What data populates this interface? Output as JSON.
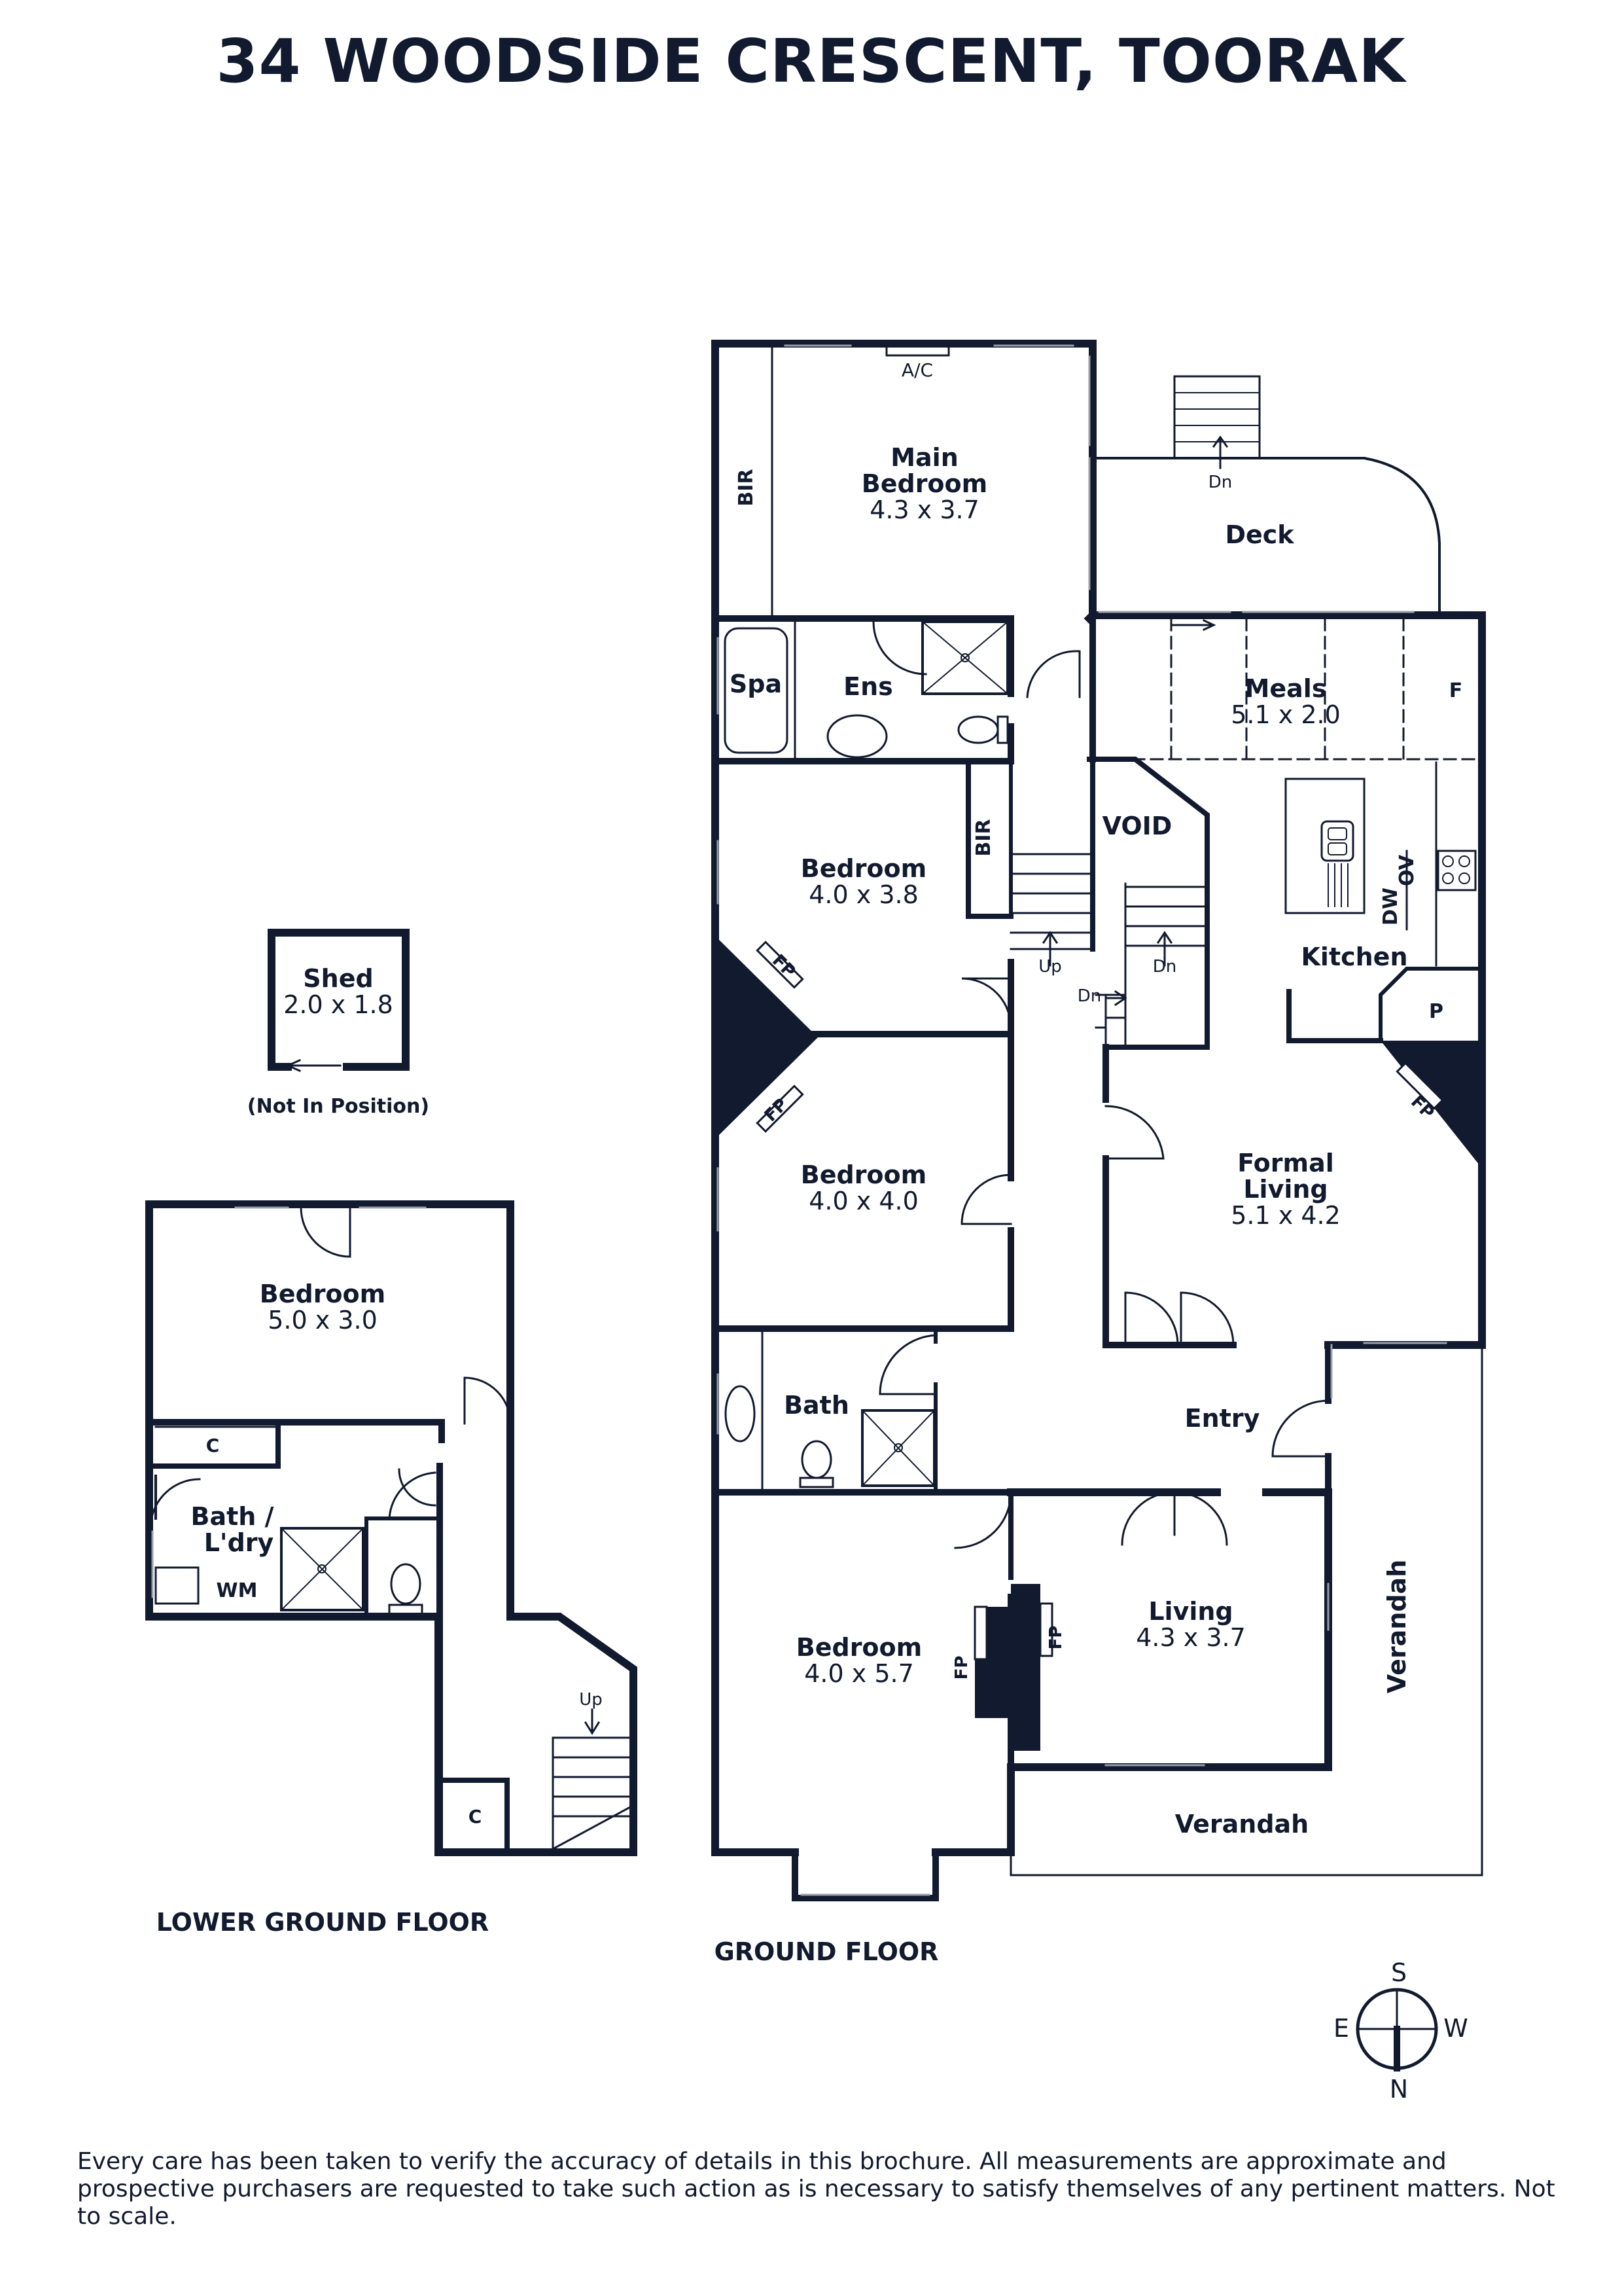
{
  "title": "34 WOODSIDE CRESCENT, TOORAK",
  "disclaimer": "Every care has been taken to verify the accuracy of details in this brochure. All measurements are approximate and prospective purchasers are requested to take such action as is necessary to satisfy themselves of any pertinent matters. Not to scale.",
  "floors": {
    "lower": "LOWER GROUND FLOOR",
    "ground": "GROUND FLOOR"
  },
  "shed": {
    "name": "Shed",
    "size": "2.0 x 1.8",
    "note": "(Not In Position)"
  },
  "lower_rooms": {
    "bedroom": {
      "name": "Bedroom",
      "size": "5.0 x 3.0"
    },
    "bath_line1": "Bath /",
    "bath_line2": "L'dry",
    "wm": "WM",
    "cupboard": "C",
    "cupboard2": "C",
    "up": "Up"
  },
  "ground_rooms": {
    "main_bedroom_line1": "Main",
    "main_bedroom_line2": "Bedroom",
    "main_bedroom_size": "4.3 x 3.7",
    "ac": "A/C",
    "bir": "BIR",
    "bir2": "BIR",
    "deck": "Deck",
    "dn_deck": "Dn",
    "spa": "Spa",
    "ens": "Ens",
    "meals": {
      "name": "Meals",
      "size": "5.1 x 2.0"
    },
    "fridge": "F",
    "void": "VOID",
    "bedroom2": {
      "name": "Bedroom",
      "size": "4.0 x 3.8"
    },
    "bedroom3": {
      "name": "Bedroom",
      "size": "4.0 x 4.0"
    },
    "kitchen": "Kitchen",
    "dw": "DW",
    "ov": "OV",
    "pantry": "P",
    "up": "Up",
    "dn1": "Dn",
    "dn2": "Dn",
    "fp1": "FP",
    "fp2": "FP",
    "fp3": "FP",
    "fp4": "FP",
    "fp5": "FP",
    "formal_living_line1": "Formal",
    "formal_living_line2": "Living",
    "formal_living_size": "5.1 x 4.2",
    "bath": "Bath",
    "entry": "Entry",
    "bedroom4": {
      "name": "Bedroom",
      "size": "4.0 x 5.7"
    },
    "living": {
      "name": "Living",
      "size": "4.3 x 3.7"
    },
    "verandah_side": "Verandah",
    "verandah_front": "Verandah"
  },
  "compass": {
    "s": "S",
    "e": "E",
    "w": "W",
    "n": "N"
  },
  "colors": {
    "ink": "#111a2e",
    "background": "#ffffff",
    "window": "#9aa0aa"
  }
}
